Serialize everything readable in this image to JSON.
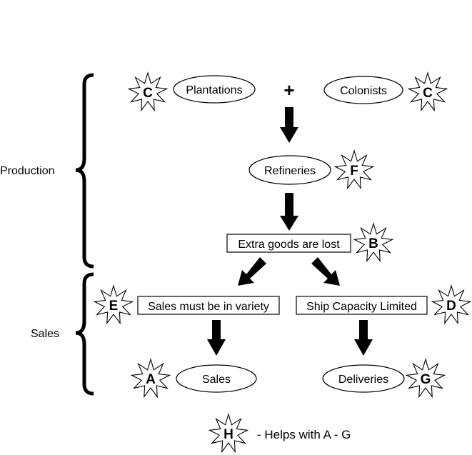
{
  "diagram": {
    "sections": {
      "production": "Production",
      "sales": "Sales"
    },
    "plus_sign": "+",
    "nodes": {
      "plantations": "Plantations",
      "colonists": "Colonists",
      "refineries": "Refineries",
      "extra_goods": "Extra goods are lost",
      "sales_variety": "Sales must be in variety",
      "ship_capacity": "Ship Capacity Limited",
      "sales": "Sales",
      "deliveries": "Deliveries"
    },
    "stars": {
      "plantations": "C",
      "colonists": "C",
      "refineries": "F",
      "extra_goods": "B",
      "sales_variety": "E",
      "ship_capacity": "D",
      "sales": "A",
      "deliveries": "G",
      "legend": "H"
    },
    "legend_text": "- Helps with A - G"
  }
}
